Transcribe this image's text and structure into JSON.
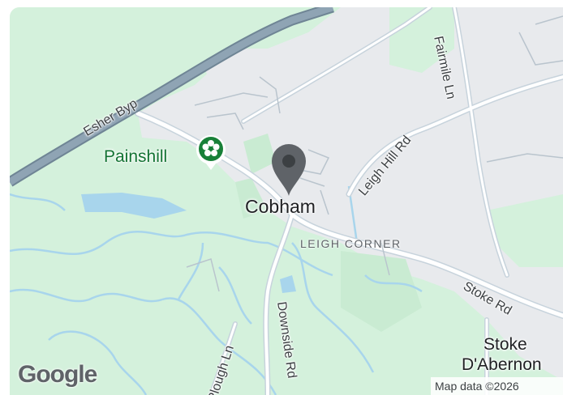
{
  "map": {
    "colors": {
      "land": "#e8eaed",
      "park": "#d4f1dc",
      "water": "#a8d5ec",
      "road_white": "#ffffff",
      "road_outline": "#c7d3dc",
      "motorway": "#8fa4b4",
      "poi_green": "#188038",
      "pin": "#5f6368"
    },
    "road_labels": {
      "esher_byp": "Esher Byp",
      "fairmile_ln": "Fairmile Ln",
      "leigh_hill_rd": "Leigh Hill Rd",
      "stoke_rd": "Stoke Rd",
      "plough_ln": "Plough Ln",
      "downside_rd": "Downside Rd"
    },
    "places": {
      "cobham": "Cobham",
      "leigh_corner": "LEIGH CORNER",
      "stoke_line1": "Stoke",
      "stoke_line2": "D'Abernon",
      "painshill": "Painshill"
    },
    "icons": {
      "poi": "park-flower-icon",
      "pin": "location-pin-icon"
    },
    "branding": {
      "logo": "Google",
      "attribution": "Map data ©2026"
    }
  }
}
